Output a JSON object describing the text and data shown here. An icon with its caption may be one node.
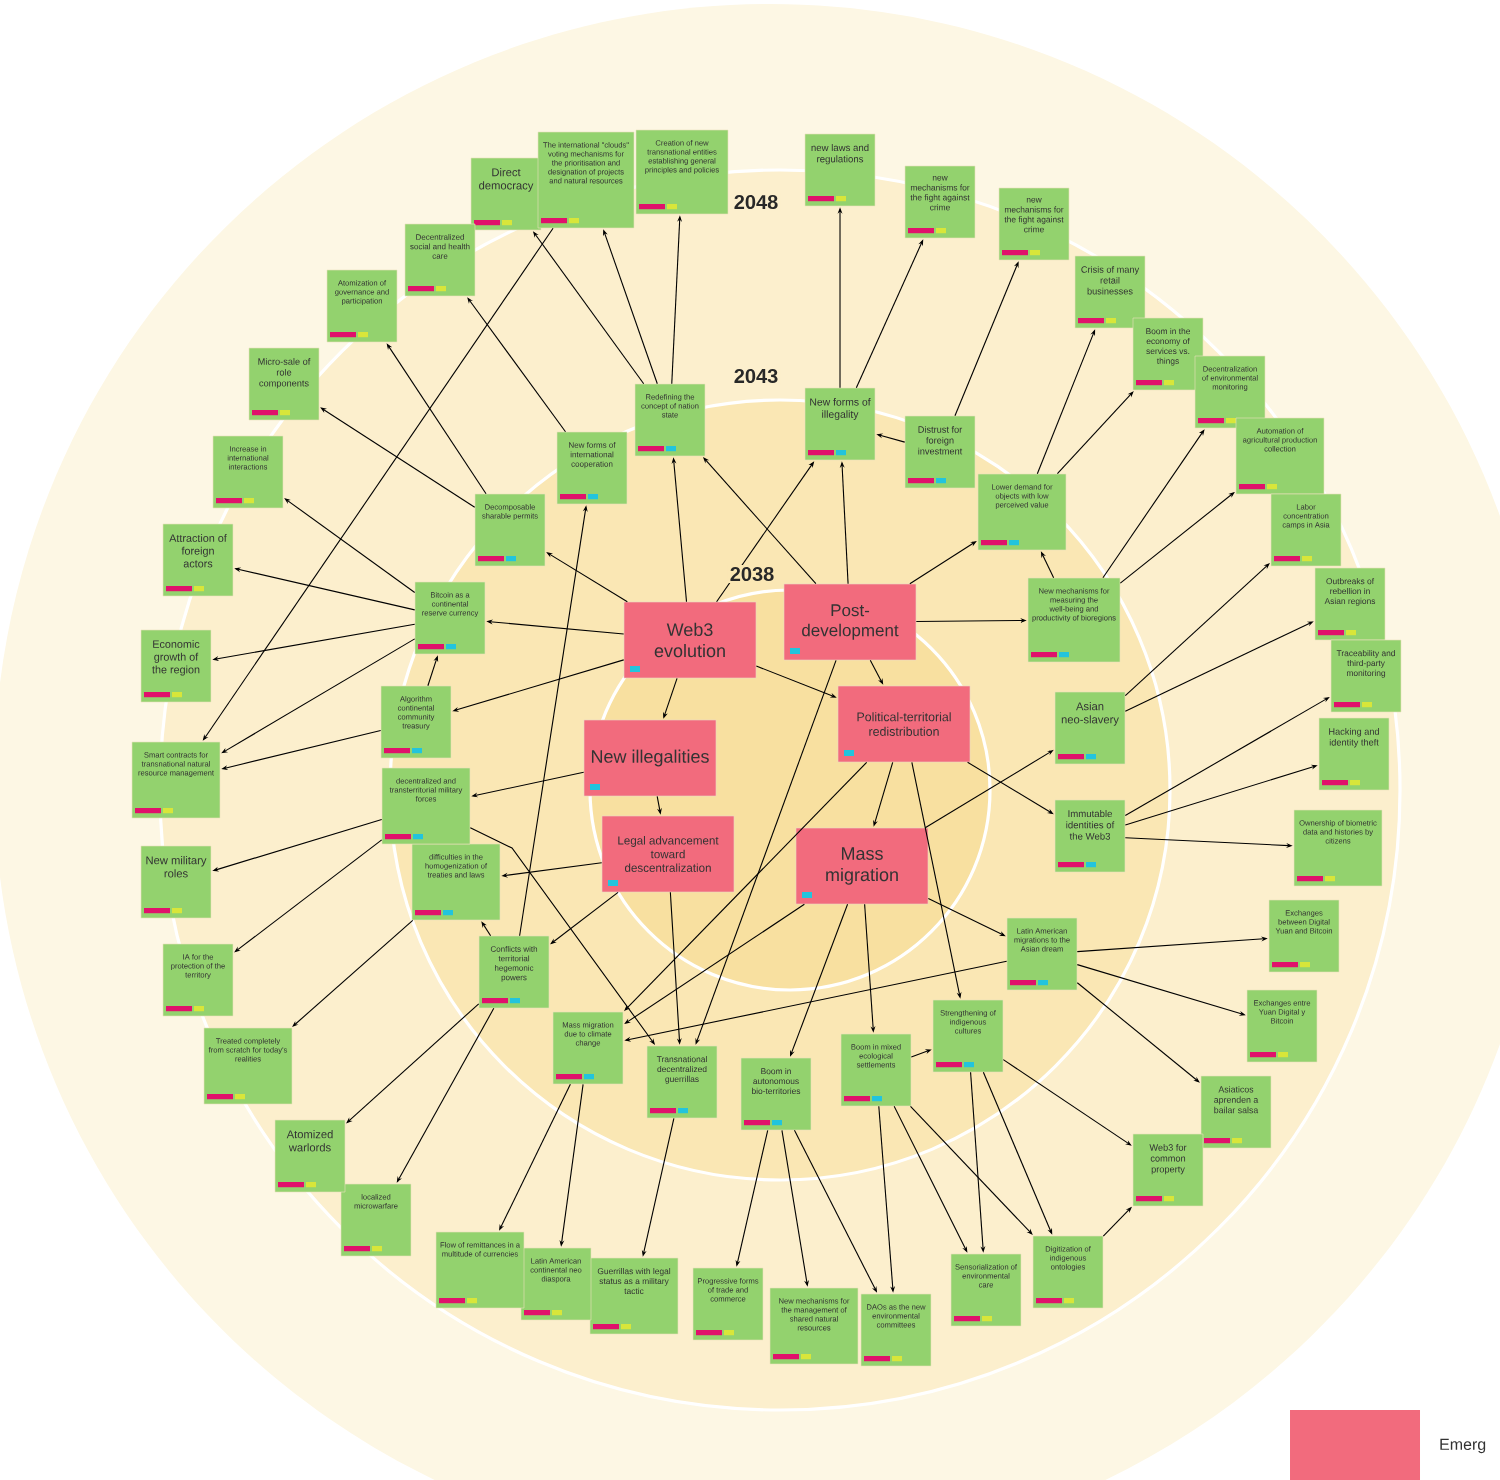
{
  "diagram": {
    "nodes": [
      {
        "text": [
          "Web3 evolution"
        ]
      },
      {
        "text": [
          "Post-development"
        ]
      },
      {
        "text": [
          "New illegalities"
        ]
      },
      {
        "text": [
          "Political-territorial redistribution"
        ]
      },
      {
        "text": [
          "Legal advancement toward descentralization"
        ]
      },
      {
        "text": [
          "Mass migration"
        ]
      },
      {
        "text": [
          "Redefining the concept of nation state"
        ]
      },
      {
        "text": [
          "New forms of illegality"
        ]
      },
      {
        "text": [
          "Distrust for foreign investment"
        ]
      },
      {
        "text": [
          "Lower demand for objects with low perceived value"
        ]
      },
      {
        "text": [
          "New mechanisms for measuring the well-being and productivity of bioregions"
        ]
      },
      {
        "text": [
          "Asian neo-slavery"
        ]
      },
      {
        "text": [
          "Immutable identities of the Web3"
        ]
      },
      {
        "text": [
          "Latin American migrations to the Asian dream"
        ]
      },
      {
        "text": [
          "Strengthening of indigenous cultures"
        ]
      },
      {
        "text": [
          "Boom in mixed ecological settlements"
        ]
      },
      {
        "text": [
          "Boom in autonomous bio-territories"
        ]
      },
      {
        "text": [
          "Transnational decentralized guerrillas"
        ]
      },
      {
        "text": [
          "Mass migration due to climate change"
        ]
      },
      {
        "text": [
          "Conflicts with territorial hegemonic powers"
        ]
      },
      {
        "text": [
          "difficulties in the homogenization of treaties and laws"
        ]
      },
      {
        "text": [
          "decentralized and transterritorial military forces"
        ]
      },
      {
        "text": [
          "Algorithm continental community treasury"
        ]
      },
      {
        "text": [
          "Bitcoin as a continental reserve currency"
        ]
      },
      {
        "text": [
          "Decomposable sharable permits"
        ]
      },
      {
        "text": [
          "New forms of international cooperation"
        ]
      },
      {
        "text": [
          "Direct democracy"
        ]
      },
      {
        "text": [
          "The international \"clouds\" voting mechanisms for the prioritisation and designation of projects and natural resources"
        ]
      },
      {
        "text": [
          "Creation of new transnational entities establishing general principles and policies"
        ]
      },
      {
        "text": [
          "new laws and regulations"
        ]
      },
      {
        "text": [
          "new mechanisms for the fight against crime"
        ]
      },
      {
        "text": [
          "new mechanisms for the fight against crime"
        ]
      },
      {
        "text": [
          "Crisis of many retail businesses"
        ]
      },
      {
        "text": [
          "Boom in the economy of services vs. things"
        ]
      },
      {
        "text": [
          "Decentralization of environmental monitoring"
        ]
      },
      {
        "text": [
          "Automation of agricultural production collection"
        ]
      },
      {
        "text": [
          "Labor concentration camps in Asia"
        ]
      },
      {
        "text": [
          "Outbreaks of rebellion in Asian regions"
        ]
      },
      {
        "text": [
          "Traceability and third-party monitoring"
        ]
      },
      {
        "text": [
          "Hacking and identity theft"
        ]
      },
      {
        "text": [
          "Ownership of biometric data and histories by citizens"
        ]
      },
      {
        "text": [
          "Exchanges between Digital Yuan and Bitcoin"
        ]
      },
      {
        "text": [
          "Exchanges entre Yuan Digital y Bitcoin"
        ]
      },
      {
        "text": [
          "Asiaticos aprenden a bailar salsa"
        ]
      },
      {
        "text": [
          "Web3 for common property"
        ]
      },
      {
        "text": [
          "Digitization of indigenous ontologies"
        ]
      },
      {
        "text": [
          "Sensorialization of environmental care"
        ]
      },
      {
        "text": [
          "DAOs as the new environmental committees"
        ]
      },
      {
        "text": [
          "New mechanisms for the management of shared natural resources"
        ]
      },
      {
        "text": [
          "Progressive forms of trade and commerce"
        ]
      },
      {
        "text": [
          "Guerrillas with legal status as a military tactic"
        ]
      },
      {
        "text": [
          "Latin American continental neo diaspora"
        ]
      },
      {
        "text": [
          "Flow of remittances in a multitude of currencies"
        ]
      },
      {
        "text": [
          "localized microwarfare"
        ]
      },
      {
        "text": [
          "Atomized warlords"
        ]
      },
      {
        "text": [
          "Treated completely from scratch for today's realities"
        ]
      },
      {
        "text": [
          "IA for the protection of the territory"
        ]
      },
      {
        "text": [
          "New military roles"
        ]
      },
      {
        "text": [
          "Smart contracts for transnational natural resource management"
        ]
      },
      {
        "text": [
          "Economic growth of the region"
        ]
      },
      {
        "text": [
          "Attraction of foreign actors"
        ]
      },
      {
        "text": [
          "Increase in international interactions"
        ]
      },
      {
        "text": [
          "Micro-sale of role components"
        ]
      },
      {
        "text": [
          "Atomization of governance and participation"
        ]
      },
      {
        "text": [
          "Decentralized social and health care"
        ]
      }
    ],
    "edges": [
      {
        "from": 0,
        "to": 23,
        "arrow": "to"
      },
      {
        "from": 0,
        "to": 24,
        "arrow": "to"
      },
      {
        "from": 0,
        "to": 22,
        "arrow": "to"
      },
      {
        "from": 0,
        "to": 7,
        "arrow": "to"
      },
      {
        "from": 0,
        "to": 2,
        "arrow": "to"
      },
      {
        "from": 0,
        "to": 3,
        "arrow": "to"
      },
      {
        "from": 0,
        "to": 6,
        "arrow": "to"
      },
      {
        "from": 1,
        "to": 7,
        "arrow": "to"
      },
      {
        "from": 1,
        "to": 9,
        "arrow": "to"
      },
      {
        "from": 1,
        "to": 10,
        "arrow": "to"
      },
      {
        "from": 1,
        "to": 6,
        "arrow": "to"
      },
      {
        "from": 1,
        "to": 3,
        "arrow": "to"
      },
      {
        "from": 1,
        "to": 17,
        "arrow": "to"
      },
      {
        "from": 2,
        "to": 21,
        "arrow": "to"
      },
      {
        "from": 2,
        "to": 4,
        "arrow": "to"
      },
      {
        "from": 3,
        "to": 12,
        "arrow": "to"
      },
      {
        "from": 3,
        "to": 5,
        "arrow": "to"
      },
      {
        "from": 3,
        "to": 14,
        "arrow": "to"
      },
      {
        "from": 3,
        "to": 18,
        "arrow": "to"
      },
      {
        "from": 4,
        "to": 20,
        "arrow": "to"
      },
      {
        "from": 4,
        "to": 19,
        "arrow": "to"
      },
      {
        "from": 4,
        "to": 17,
        "arrow": "to"
      },
      {
        "from": 5,
        "to": 11,
        "arrow": "to"
      },
      {
        "from": 5,
        "to": 13,
        "arrow": "to"
      },
      {
        "from": 5,
        "to": 15,
        "arrow": "to"
      },
      {
        "from": 5,
        "to": 16,
        "arrow": "to"
      },
      {
        "from": 5,
        "to": 18,
        "arrow": "to"
      },
      {
        "from": 6,
        "to": 26,
        "arrow": "to"
      },
      {
        "from": 6,
        "to": 27,
        "arrow": "to"
      },
      {
        "from": 6,
        "to": 28,
        "arrow": "to"
      },
      {
        "from": 7,
        "to": 29,
        "arrow": "to"
      },
      {
        "from": 7,
        "to": 30,
        "arrow": "to"
      },
      {
        "from": 8,
        "to": 7,
        "arrow": "to"
      },
      {
        "from": 8,
        "to": 31,
        "arrow": "to"
      },
      {
        "from": 9,
        "to": 32,
        "arrow": "to"
      },
      {
        "from": 9,
        "to": 33,
        "arrow": "to"
      },
      {
        "from": 10,
        "to": 9,
        "arrow": "to"
      },
      {
        "from": 10,
        "to": 34,
        "arrow": "to"
      },
      {
        "from": 10,
        "to": 35,
        "arrow": "to"
      },
      {
        "from": 11,
        "to": 36,
        "arrow": "to"
      },
      {
        "from": 11,
        "to": 37,
        "arrow": "to"
      },
      {
        "from": 12,
        "to": 38,
        "arrow": "to"
      },
      {
        "from": 12,
        "to": 39,
        "arrow": "to"
      },
      {
        "from": 12,
        "to": 40,
        "arrow": "to"
      },
      {
        "from": 13,
        "to": 41,
        "arrow": "to"
      },
      {
        "from": 13,
        "to": 42,
        "arrow": "to"
      },
      {
        "from": 13,
        "to": 43,
        "arrow": "to"
      },
      {
        "from": 13,
        "to": 18,
        "arrow": "to"
      },
      {
        "from": 14,
        "to": 46,
        "arrow": "to"
      },
      {
        "from": 14,
        "to": 45,
        "arrow": "to"
      },
      {
        "from": 14,
        "to": 44,
        "arrow": "to"
      },
      {
        "from": 15,
        "to": 14,
        "arrow": "to"
      },
      {
        "from": 15,
        "to": 47,
        "arrow": "to"
      },
      {
        "from": 15,
        "to": 46,
        "arrow": "to"
      },
      {
        "from": 15,
        "to": 45,
        "arrow": "to"
      },
      {
        "from": 16,
        "to": 49,
        "arrow": "to"
      },
      {
        "from": 16,
        "to": 48,
        "arrow": "to"
      },
      {
        "from": 16,
        "to": 47,
        "arrow": "to"
      },
      {
        "from": 17,
        "to": 50,
        "arrow": "to"
      },
      {
        "from": 18,
        "to": 52,
        "arrow": "to"
      },
      {
        "from": 18,
        "to": 51,
        "arrow": "to"
      },
      {
        "from": 19,
        "to": 20,
        "arrow": "to"
      },
      {
        "from": 19,
        "to": 54,
        "arrow": "to"
      },
      {
        "from": 19,
        "to": 53,
        "arrow": "to"
      },
      {
        "from": 19,
        "to": 25,
        "arrow": "to"
      },
      {
        "from": 20,
        "to": 55,
        "arrow": "to"
      },
      {
        "from": 21,
        "to": 57,
        "arrow": "to"
      },
      {
        "from": 21,
        "to": 56,
        "arrow": "to"
      },
      {
        "from": 21,
        "to": 17,
        "arrow": "to"
      },
      {
        "from": 22,
        "to": 58,
        "arrow": "to"
      },
      {
        "from": 22,
        "to": 23,
        "arrow": "to"
      },
      {
        "from": 23,
        "to": 60,
        "arrow": "to"
      },
      {
        "from": 23,
        "to": 59,
        "arrow": "to"
      },
      {
        "from": 23,
        "to": 61,
        "arrow": "to"
      },
      {
        "from": 23,
        "to": 58,
        "arrow": "to"
      },
      {
        "from": 24,
        "to": 62,
        "arrow": "to"
      },
      {
        "from": 24,
        "to": 63,
        "arrow": "to"
      },
      {
        "from": 25,
        "to": 64,
        "arrow": "to"
      },
      {
        "from": 45,
        "to": 44,
        "arrow": "to"
      },
      {
        "from": 27,
        "to": 58,
        "arrow": "to"
      }
    ],
    "labels": [
      "2048",
      "2043",
      "2038"
    ],
    "legend": [
      {
        "text": "Emerg",
        "color": "#f26b7d"
      }
    ]
  }
}
